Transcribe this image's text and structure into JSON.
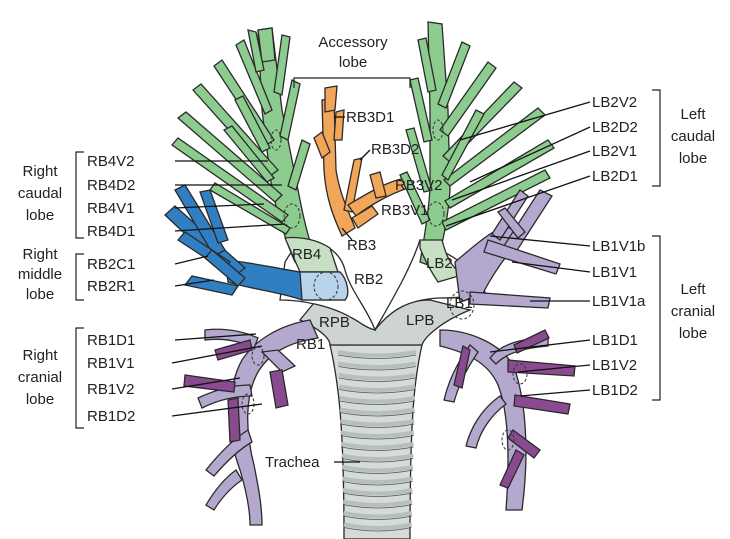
{
  "colors": {
    "green": "#8dcc8f",
    "green_dark": "#4e9a55",
    "green_pale": "#c7e0c3",
    "orange": "#f2a65a",
    "blue": "#2f7fc2",
    "blue_pale": "#b9d3ea",
    "purple_light": "#b5a8cf",
    "purple_dark": "#8a4a8f",
    "trachea": "#d5dbd8",
    "ring": "#b6bfbb"
  },
  "group_labels": {
    "accessory_lobe": [
      "Accessory",
      "lobe"
    ],
    "right_caudal_lobe": [
      "Right",
      "caudal",
      "lobe"
    ],
    "right_middle_lobe": [
      "Right",
      "middle",
      "lobe"
    ],
    "right_cranial_lobe": [
      "Right",
      "cranial",
      "lobe"
    ],
    "left_caudal_lobe": [
      "Left",
      "caudal",
      "lobe"
    ],
    "left_cranial_lobe": [
      "Left",
      "cranial",
      "lobe"
    ]
  },
  "labels": {
    "rb4v2": "RB4V2",
    "rb4d2": "RB4D2",
    "rb4v1": "RB4V1",
    "rb4d1": "RB4D1",
    "rb2c1": "RB2C1",
    "rb2r1": "RB2R1",
    "rb1d1": "RB1D1",
    "rb1v1": "RB1V1",
    "rb1v2": "RB1V2",
    "rb1d2": "RB1D2",
    "rb3d1": "RB3D1",
    "rb3d2": "RB3D2",
    "rb3v2": "RB3V2",
    "rb3v1": "RB3V1",
    "rb4": "RB4",
    "rb3": "RB3",
    "rb2": "RB2",
    "rpb": "RPB",
    "rb1": "RB1",
    "lb2": "LB2",
    "lpb": "LPB",
    "lb1": "LB1",
    "lb2v2": "LB2V2",
    "lb2d2": "LB2D2",
    "lb2v1": "LB2V1",
    "lb2d1": "LB2D1",
    "lb1v1b": "LB1V1b",
    "lb1v1": "LB1V1",
    "lb1v1a": "LB1V1a",
    "lb1d1": "LB1D1",
    "lb1v2": "LB1V2",
    "lb1d2": "LB1D2",
    "trachea": "Trachea"
  }
}
